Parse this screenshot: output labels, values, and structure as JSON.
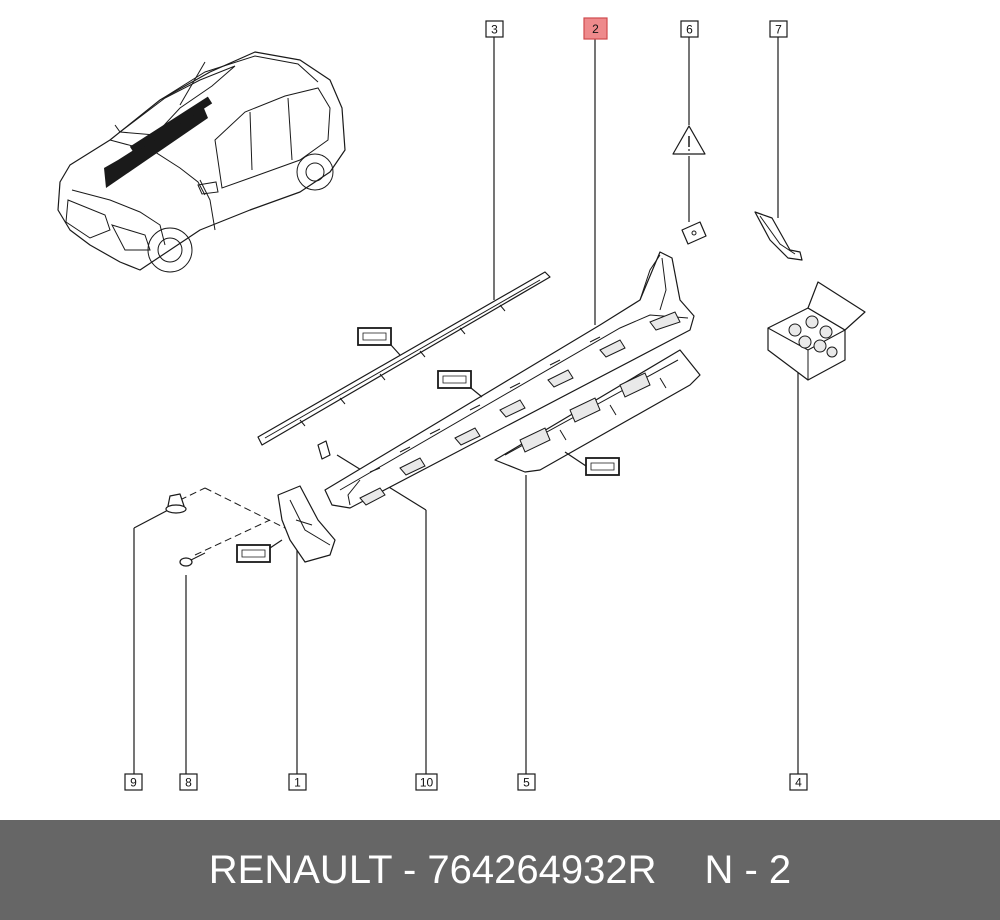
{
  "callouts": {
    "c1": "1",
    "c2": "2",
    "c3": "3",
    "c4": "4",
    "c5": "5",
    "c6": "6",
    "c7": "7",
    "c8": "8",
    "c9": "9",
    "c10": "10"
  },
  "highlighted_callout": "2",
  "colors": {
    "highlight_fill": "#ee8a8c",
    "highlight_stroke": "#cf4a4e",
    "footer_bg": "#666666",
    "line": "#1a1a1a"
  },
  "icons": [
    "car-overview-icon",
    "warning-triangle-icon",
    "fastener-kit-box-icon"
  ],
  "footer": {
    "brand": "RENAULT",
    "separator": "-",
    "part_number": "764264932R",
    "page_label": "N - 2"
  }
}
